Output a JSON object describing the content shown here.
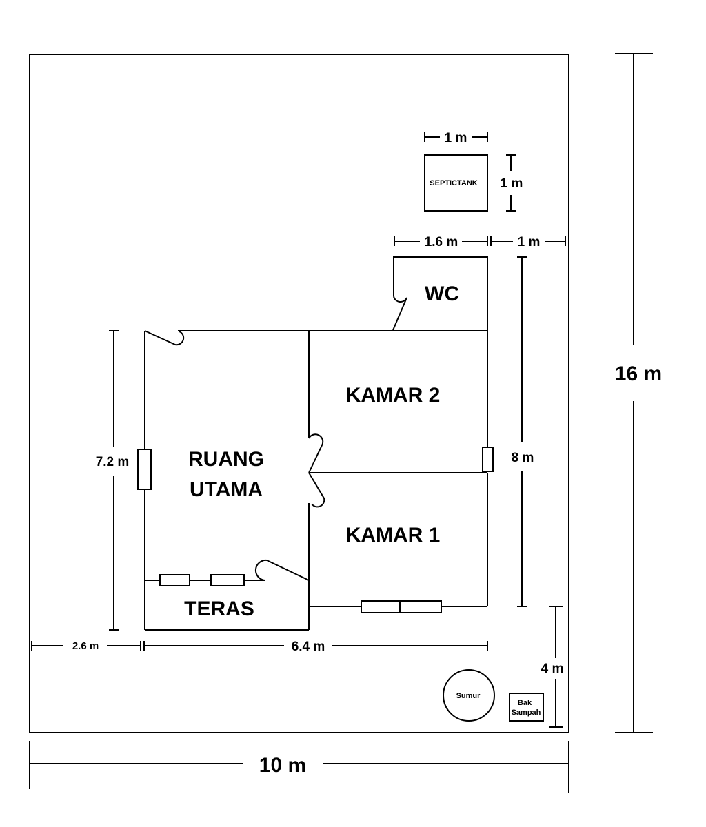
{
  "rooms": {
    "wc": "WC",
    "kamar2": "KAMAR 2",
    "kamar1": "KAMAR 1",
    "ruang_utama_line1": "RUANG",
    "ruang_utama_line2": "UTAMA",
    "teras": "TERAS"
  },
  "features": {
    "septictank": "SEPTICTANK",
    "sumur": "Sumur",
    "bak_sampah_line1": "Bak",
    "bak_sampah_line2": "Sampah"
  },
  "dimensions": {
    "lot_width": "10 m",
    "lot_height": "16 m",
    "septic_width": "1 m",
    "septic_height": "1 m",
    "wc_width": "1.6 m",
    "wc_side_gap": "1 m",
    "house_depth": "8 m",
    "ruang_height": "7.2 m",
    "left_setback": "2.6 m",
    "house_width": "6.4 m",
    "rear_setback": "4 m"
  }
}
